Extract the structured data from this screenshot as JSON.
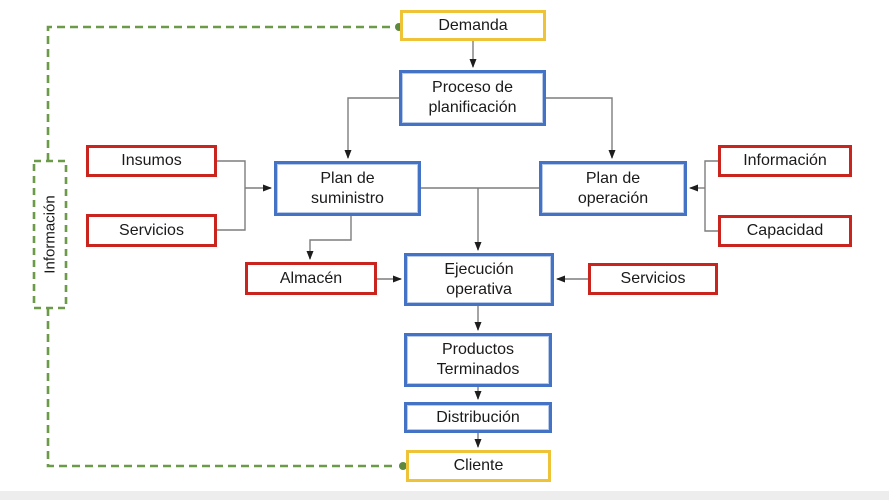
{
  "diagram": {
    "nodes": {
      "demanda": "Demanda",
      "proceso": "Proceso de\nplanificación",
      "plan_suministro": "Plan de\nsuministro",
      "plan_operacion": "Plan de\noperación",
      "insumos": "Insumos",
      "servicios_izq": "Servicios",
      "informacion_der": "Información",
      "capacidad": "Capacidad",
      "almacen": "Almacén",
      "ejecucion": "Ejecución\noperativa",
      "servicios_der": "Servicios",
      "productos": "Productos\nTerminados",
      "distribucion": "Distribución",
      "cliente": "Cliente",
      "informacion_izq": "Información"
    },
    "colors": {
      "yellow": "#EFC337",
      "blue": "#4472C4",
      "red": "#C9241D",
      "green": "#6B9A48",
      "gray": "#7d7d7d"
    }
  }
}
